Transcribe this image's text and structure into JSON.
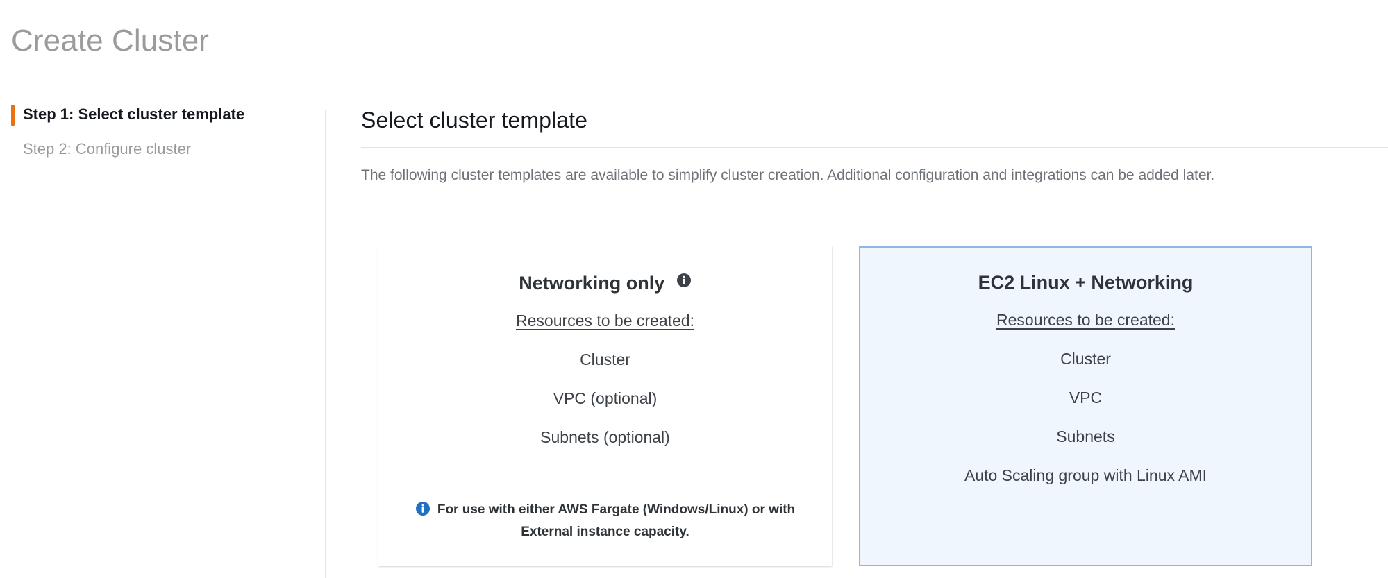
{
  "page": {
    "title": "Create Cluster"
  },
  "steps": {
    "items": [
      {
        "label": "Step 1: Select cluster template",
        "active": true
      },
      {
        "label": "Step 2: Configure cluster",
        "active": false
      }
    ]
  },
  "main": {
    "heading": "Select cluster template",
    "description": "The following cluster templates are available to simplify cluster creation. Additional configuration and integrations can be added later.",
    "cards": [
      {
        "title": "Networking only",
        "has_info_icon": true,
        "info_icon_name": "info-icon",
        "resources_label": "Resources to be created:",
        "resources": [
          "Cluster",
          "VPC (optional)",
          "Subnets (optional)"
        ],
        "note": "For use with either AWS Fargate (Windows/Linux) or with External instance capacity.",
        "selected": false
      },
      {
        "title": "EC2 Linux + Networking",
        "has_info_icon": false,
        "resources_label": "Resources to be created:",
        "resources": [
          "Cluster",
          "VPC",
          "Subnets",
          "Auto Scaling group with Linux AMI"
        ],
        "note": "",
        "selected": true
      }
    ]
  },
  "colors": {
    "accent_orange": "#ec7211",
    "selected_card_bg": "#eff6fd",
    "selected_card_border": "#8fb8dd",
    "info_blue": "#1f6fc4",
    "info_dark": "#3d4248",
    "title_gray": "#9b9b9b",
    "body_gray": "#6d7278"
  }
}
